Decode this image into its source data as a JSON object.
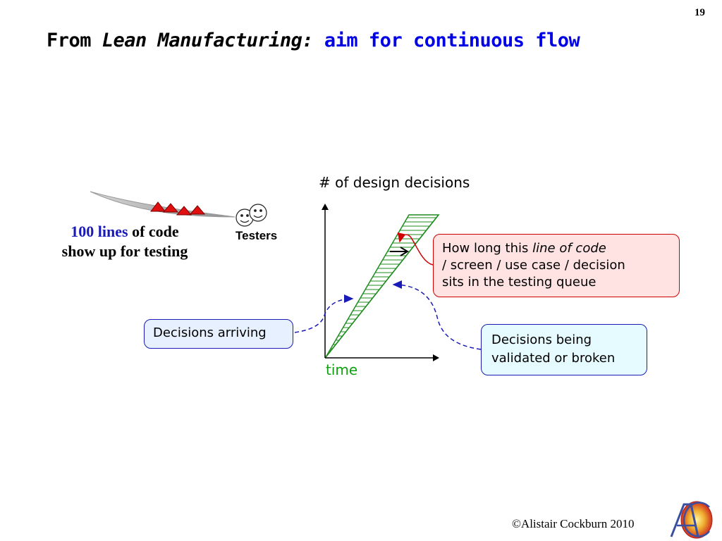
{
  "slide_number": "19",
  "title": {
    "prefix": "From ",
    "italic": "Lean Manufacturing:",
    "highlight": "aim for continuous flow",
    "highlight_color": "#0000e6"
  },
  "lines_text": {
    "highlight": "100 lines",
    "rest1": " of code",
    "line2": "show up for testing"
  },
  "testers_label": "Testers",
  "chart": {
    "y_axis_label": "# of design decisions",
    "x_axis_label": "time"
  },
  "callouts": {
    "queue": {
      "line1_prefix": "How long this ",
      "line1_italic": "line of code",
      "line2": "/ screen / use case / decision",
      "line3": "sits in the testing queue"
    },
    "arriving": "Decisions arriving",
    "validated": {
      "line1": "Decisions being",
      "line2": "validated or broken"
    }
  },
  "copyright": "©Alistair Cockburn 2010",
  "colors": {
    "hatch": "#1e8c1e",
    "red": "#d00000",
    "blue": "#1a1ab8"
  },
  "icons": [
    "smiley-face-icon",
    "red-triangle-icon",
    "logo-ac-icon"
  ]
}
